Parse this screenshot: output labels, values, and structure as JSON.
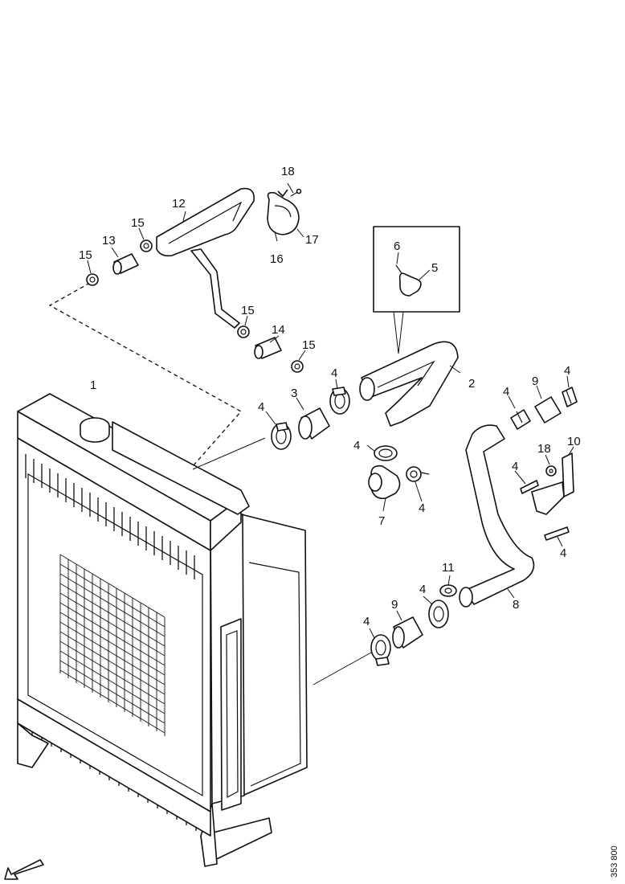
{
  "part_numbers": {
    "radiator": "1",
    "upper_hose": "2",
    "hose_sleeve_upper": "3",
    "clamp_a": "4",
    "clamp_b": "4",
    "clamp_c": "4",
    "clamp_d": "4",
    "clamp_e": "4",
    "clamp_f": "4",
    "clamp_g": "4",
    "clamp_h": "4",
    "clamp_i": "4",
    "clamp_j": "4",
    "bracket_clip": "5",
    "screw_small": "6",
    "elbow": "7",
    "lower_hose": "8",
    "hose_sleeve_right": "9",
    "hose_sleeve_lower": "9",
    "bracket_right": "10",
    "ring": "11",
    "vent_pipe": "12",
    "sleeve_13": "13",
    "sleeve_14": "14",
    "clip_15_a": "15",
    "clip_15_b": "15",
    "clip_15_c": "15",
    "clip_15_d": "15",
    "holder_16": "16",
    "holder_17": "17",
    "screw_18_top": "18",
    "screw_18_right": "18"
  },
  "drawing_reference": "353 800"
}
